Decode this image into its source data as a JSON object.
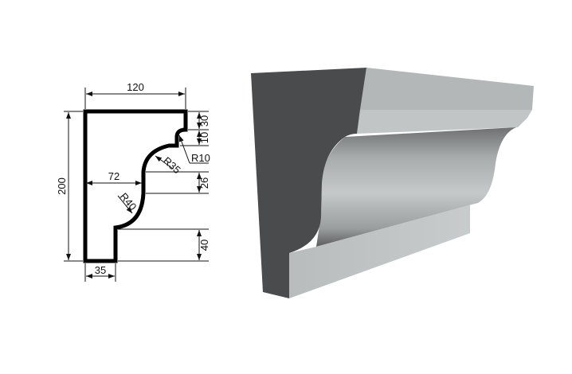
{
  "drawing": {
    "width_label": "120",
    "height_label": "200",
    "base_label": "35",
    "projection_label": "72",
    "top_band_label": "30",
    "fillet_label": "10",
    "straight_label": "26",
    "bottom_band_label": "40",
    "radius_large_top": "R35",
    "radius_small": "R10",
    "radius_bottom": "R40"
  },
  "colors": {
    "profile": "#000000",
    "end_face": "#4a4b4c",
    "surface": "#bfc2c3"
  }
}
